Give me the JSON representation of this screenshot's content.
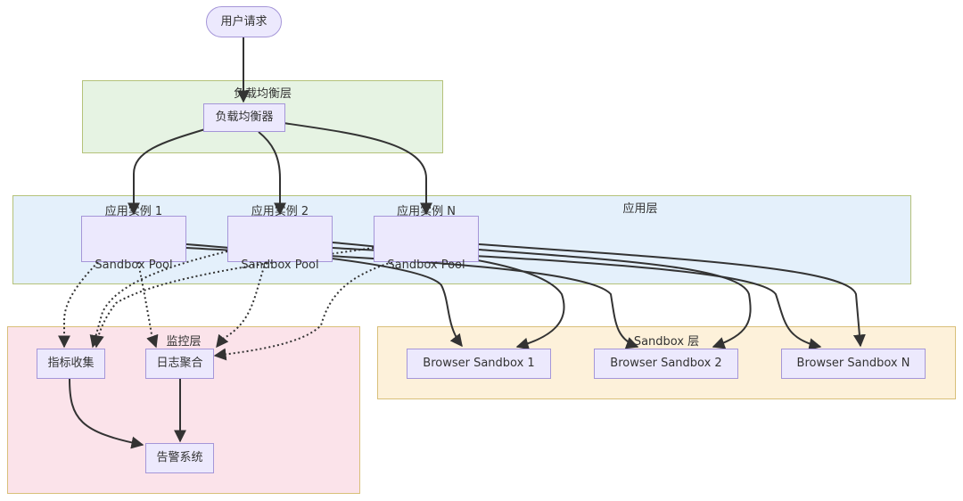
{
  "clusters": {
    "lb": "负载均衡层",
    "app": "应用层",
    "monitor": "监控层",
    "sandbox": "Sandbox 层"
  },
  "nodes": {
    "user": "用户请求",
    "lb": "负载均衡器",
    "app1": {
      "line1": "应用实例 1",
      "line2": "Sandbox Pool"
    },
    "app2": {
      "line1": "应用实例 2",
      "line2": "Sandbox Pool"
    },
    "appn": {
      "line1": "应用实例 N",
      "line2": "Sandbox Pool"
    },
    "metrics": "指标收集",
    "logs": "日志聚合",
    "alert": "告警系统",
    "bs1": "Browser Sandbox 1",
    "bs2": "Browser Sandbox 2",
    "bsn": "Browser Sandbox N"
  },
  "colors": {
    "node_fill": "#ece9fd",
    "node_border": "#a596d8",
    "edge": "#333333",
    "lb_cluster": "#e6f3e3",
    "app_cluster": "#e4f0fb",
    "monitor_cluster": "#fbe3ea",
    "sandbox_cluster": "#fdf1da"
  }
}
